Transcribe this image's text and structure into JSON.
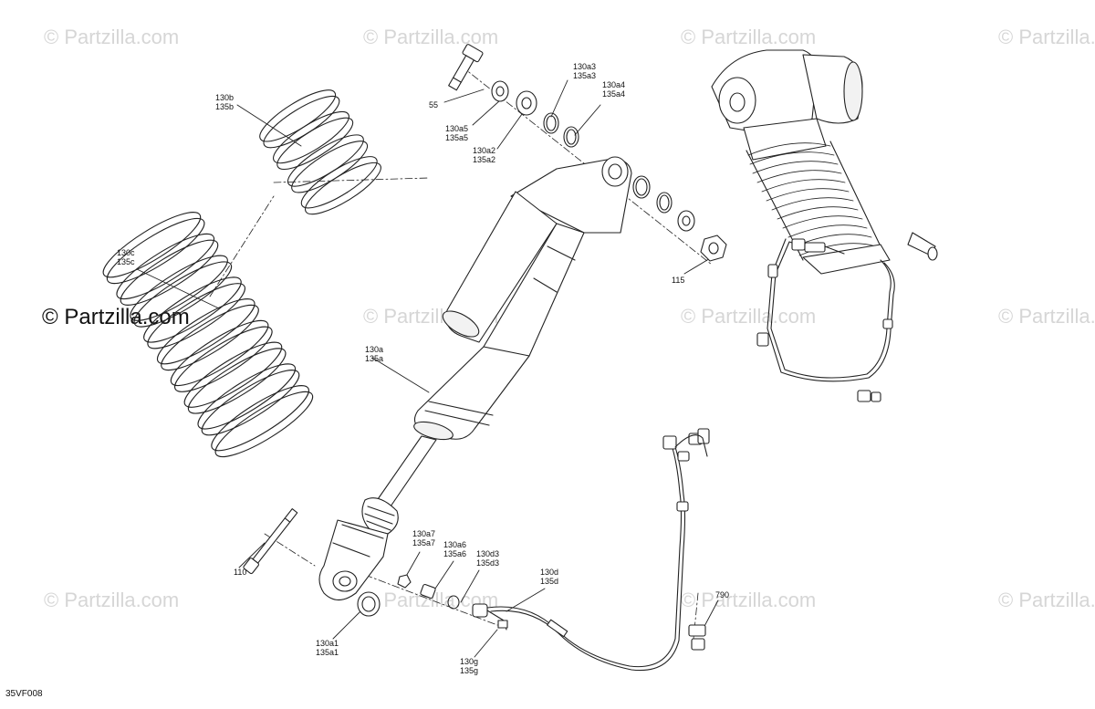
{
  "watermark": {
    "faint_text": "© Partzilla.com",
    "main_text": "© Partzilla.com"
  },
  "diagram_code": "35VF008",
  "callouts": [
    {
      "id": "c55",
      "lines": [
        "55"
      ]
    },
    {
      "id": "c130a3",
      "lines": [
        "130a3",
        "135a3"
      ]
    },
    {
      "id": "c130a4",
      "lines": [
        "130a4",
        "135a4"
      ]
    },
    {
      "id": "c130a5",
      "lines": [
        "130a5",
        "135a5"
      ]
    },
    {
      "id": "c130a2",
      "lines": [
        "130a2",
        "135a2"
      ]
    },
    {
      "id": "c130b",
      "lines": [
        "130b",
        "135b"
      ]
    },
    {
      "id": "c130c",
      "lines": [
        "130c",
        "135c"
      ]
    },
    {
      "id": "c115",
      "lines": [
        "115"
      ]
    },
    {
      "id": "c130a",
      "lines": [
        "130a",
        "135a"
      ]
    },
    {
      "id": "c110",
      "lines": [
        "110"
      ]
    },
    {
      "id": "c130a7",
      "lines": [
        "130a7",
        "135a7"
      ]
    },
    {
      "id": "c130a6",
      "lines": [
        "130a6",
        "135a6"
      ]
    },
    {
      "id": "c130d3",
      "lines": [
        "130d3",
        "135d3"
      ]
    },
    {
      "id": "c130d",
      "lines": [
        "130d",
        "135d"
      ]
    },
    {
      "id": "c790",
      "lines": [
        "790"
      ]
    },
    {
      "id": "c130a1",
      "lines": [
        "130a1",
        "135a1"
      ]
    },
    {
      "id": "c130g",
      "lines": [
        "130g",
        "135g"
      ]
    }
  ],
  "colors": {
    "line": "#222222",
    "watermark": "#d6d6d6",
    "shade": "#f2f2f2"
  }
}
